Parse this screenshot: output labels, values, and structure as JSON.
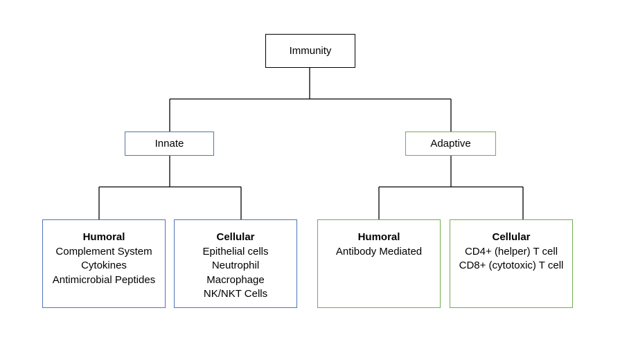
{
  "diagram": {
    "root": {
      "label": "Immunity"
    },
    "branches": {
      "innate": {
        "label": "Innate",
        "color": "#4f74b8",
        "humoral": {
          "title": "Humoral",
          "items": [
            "Complement System",
            "Cytokines",
            "Antimicrobial Peptides"
          ]
        },
        "cellular": {
          "title": "Cellular",
          "items": [
            "Epithelial cells",
            "Neutrophil",
            "Macrophage",
            "NK/NKT Cells"
          ]
        }
      },
      "adaptive": {
        "label": "Adaptive",
        "color": "#72ac4d",
        "humoral": {
          "title": "Humoral",
          "items": [
            "Antibody Mediated"
          ]
        },
        "cellular": {
          "title": "Cellular",
          "items": [
            "CD4+ (helper) T cell",
            "CD8+ (cytotoxic) T cell"
          ]
        }
      }
    }
  }
}
